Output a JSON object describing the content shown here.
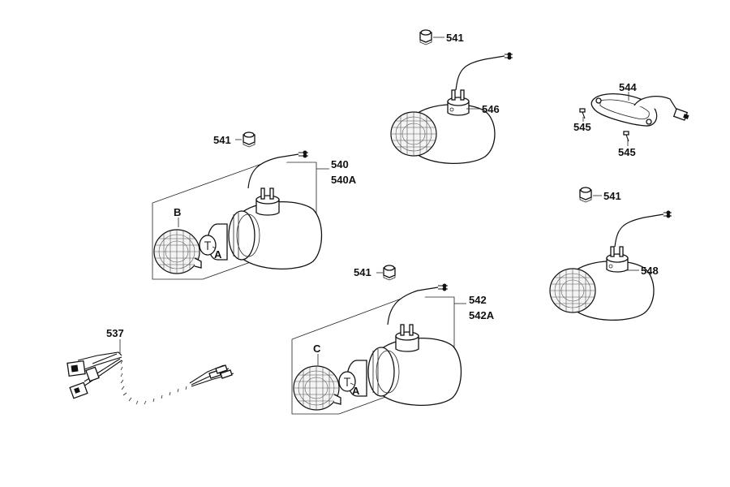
{
  "labels": {
    "p537": "537",
    "p540": "540",
    "p540a": "540A",
    "p541_a": "541",
    "p541_b": "541",
    "p541_c": "541",
    "p541_d": "541",
    "p542": "542",
    "p542a": "542A",
    "p544": "544",
    "p545_a": "545",
    "p545_b": "545",
    "p546": "546",
    "p548": "548"
  },
  "callouts": {
    "a1": "A",
    "a2": "A",
    "b": "B",
    "c": "C"
  }
}
